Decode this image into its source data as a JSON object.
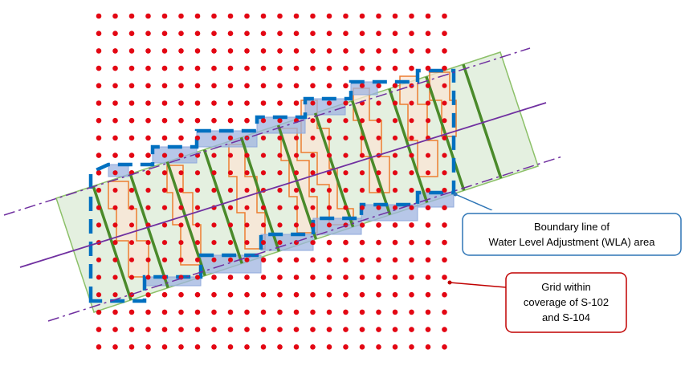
{
  "callouts": {
    "wla_boundary": {
      "line1": "Boundary line of",
      "line2": "Water Level Adjustment (WLA) area"
    },
    "grid": {
      "line1": "Grid within",
      "line2": "coverage of S-102",
      "line3": "and S-104"
    }
  },
  "colors": {
    "grid_dot": "#e30613",
    "band_fill": "#d9ead3",
    "band_stroke": "#8cc068",
    "divider": "#4a8a2a",
    "cell_fill": "#fbe5d6",
    "cell_stroke": "#ed7d31",
    "blue_fill": "#9fb4e0",
    "boundary_dash": "#0070c0",
    "axis_line": "#7030a0",
    "callout_blue": "#2e75b6",
    "callout_red": "#c00000"
  }
}
